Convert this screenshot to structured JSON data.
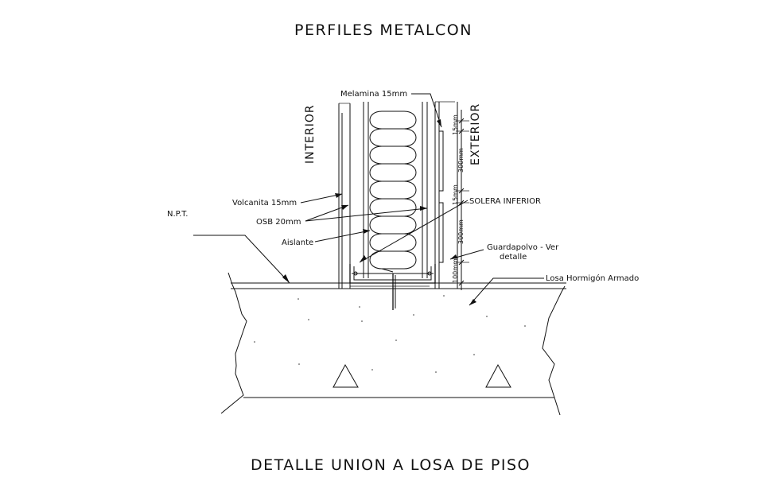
{
  "title": "PERFILES METALCON",
  "subtitle": "DETALLE UNION A  LOSA DE PISO",
  "labels": {
    "melamina": "Melamina 15mm",
    "interior": "INTERIOR",
    "exterior": "EXTERIOR",
    "volcanita": "Volcanita 15mm",
    "osb": "OSB 20mm",
    "aislante": "Aislante",
    "npt": "N.P.T.",
    "solera": "SOLERA INFERIOR",
    "guardapolvo_line1": "Guardapolvo - Ver",
    "guardapolvo_line2": "detalle",
    "losa": "Losa Hormigón Armado"
  },
  "dimensions": {
    "d1": "15mm",
    "d2": "300mm",
    "d3": "15mm",
    "d4": "300mm",
    "d5": "100mm"
  }
}
